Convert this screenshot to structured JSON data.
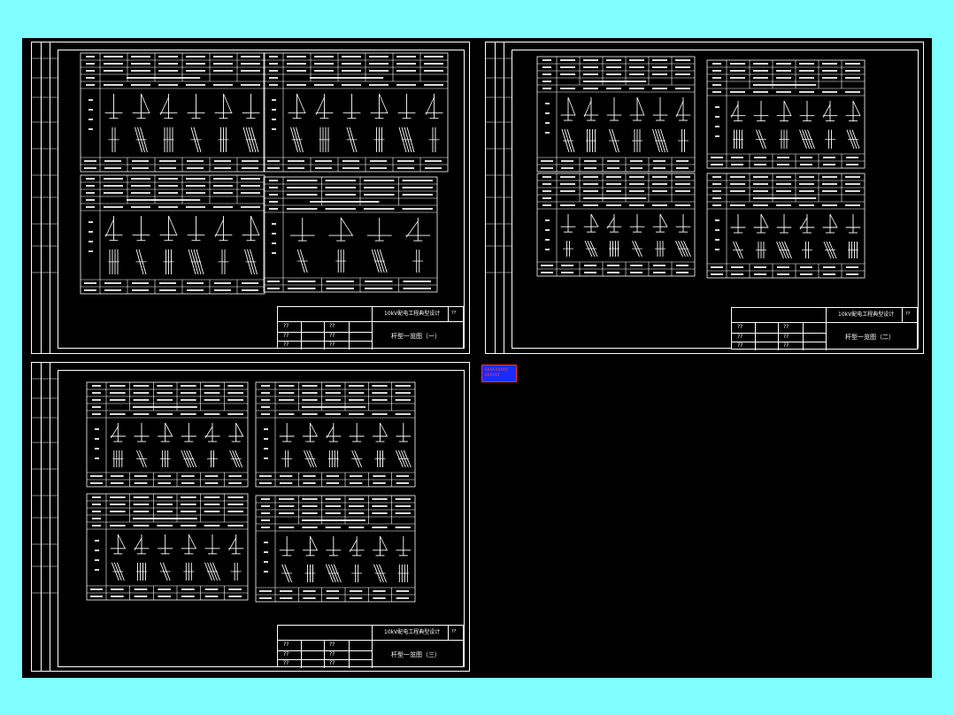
{
  "drawing_colors": {
    "background": "#000000",
    "lines": "#ffffff",
    "viewport": "#7fffff",
    "tag_fill": "#1a2bff",
    "tag_text": "#ff3030"
  },
  "sheets": [
    {
      "title_block": {
        "project": "10kV配电工程典型设计",
        "code": "??",
        "drawing_name": "杆型一览图（一）",
        "roles": [
          "??",
          "??",
          "??"
        ],
        "signs": [
          "??",
          "??",
          "??"
        ]
      }
    },
    {
      "title_block": {
        "project": "10kV配电工程典型设计",
        "code": "??",
        "drawing_name": "杆型一览图（二）",
        "roles": [
          "??",
          "??",
          "??"
        ],
        "signs": [
          "??",
          "??",
          "??"
        ]
      }
    },
    {
      "title_block": {
        "project": "10kV配电工程典型设计",
        "code": "??",
        "drawing_name": "杆型一览图（三）",
        "roles": [
          "??",
          "??",
          "??"
        ],
        "signs": [
          "??",
          "??",
          "??"
        ]
      }
    }
  ],
  "tag": {
    "line1": "SXXX-XXXXX",
    "line2": "XXXXXX"
  }
}
